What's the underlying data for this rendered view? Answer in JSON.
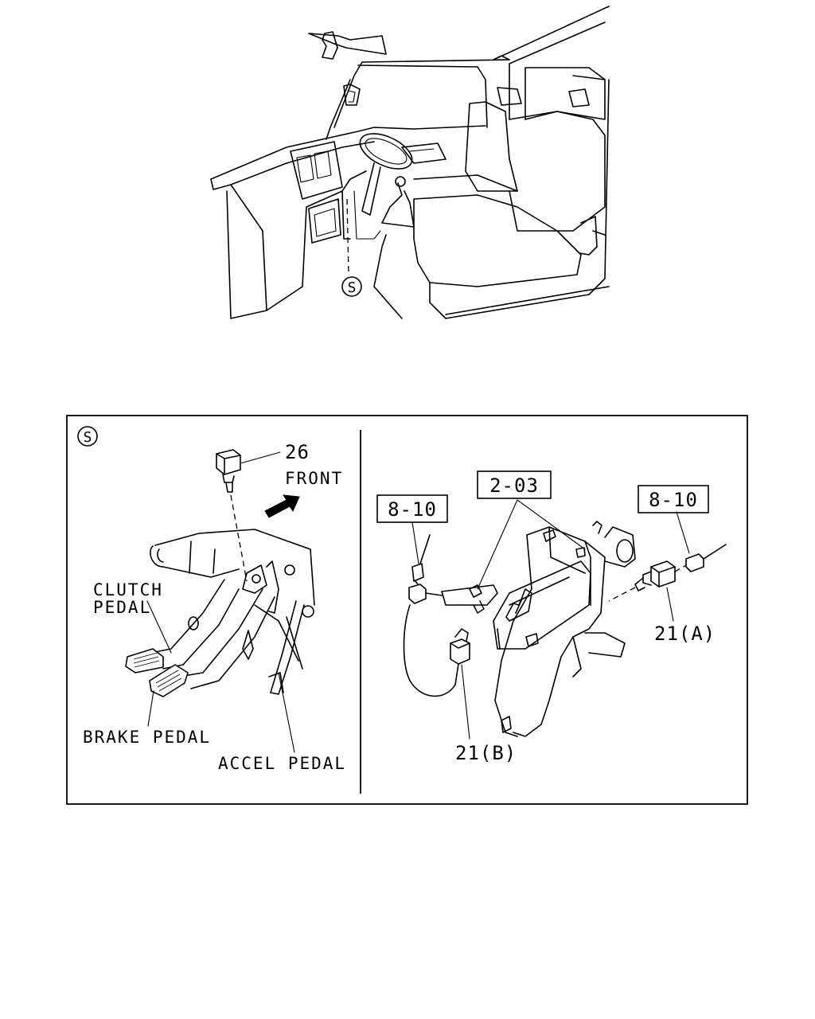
{
  "overview": {
    "location_marker": "S"
  },
  "detail_panel": {
    "marker": "S",
    "left_view": {
      "part_number": "26",
      "direction_label": "FRONT",
      "labels": {
        "clutch_line1": "CLUTCH",
        "clutch_line2": "PEDAL",
        "brake": "BRAKE PEDAL",
        "accel": "ACCEL PEDAL"
      }
    },
    "right_view": {
      "ref_left": "8-10",
      "ref_center": "2-03",
      "ref_right": "8-10",
      "part_a": "21(A)",
      "part_b": "21(B)"
    }
  }
}
